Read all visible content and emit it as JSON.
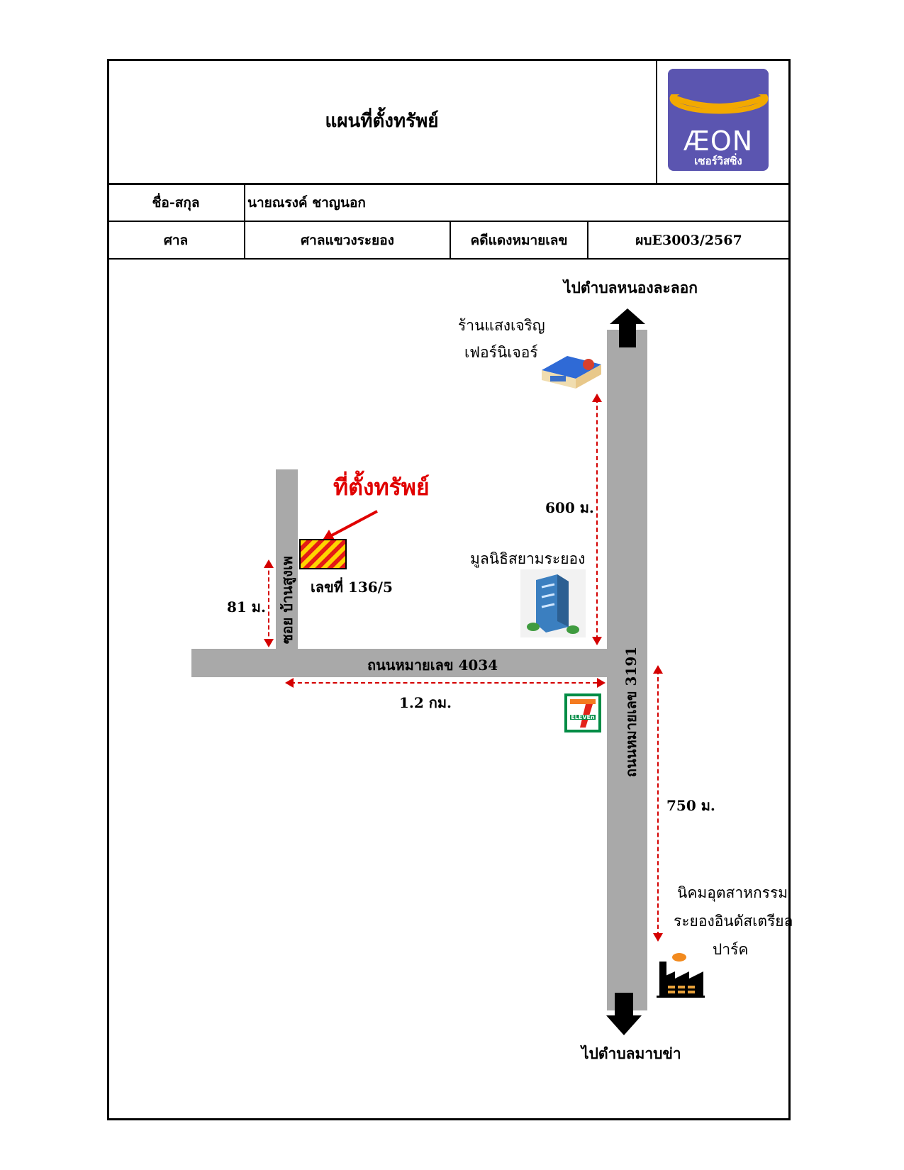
{
  "header": {
    "title": "แผนที่ตั้งทรัพย์",
    "logo_name": "ÆON",
    "logo_sub": "เซอร์วิสซิ่ง"
  },
  "info": {
    "name_label": "ชื่อ-สกุล",
    "name_value": "นายณรงค์ ชาญนอก",
    "court_label": "ศาล",
    "court_value": "ศาลแขวงระยอง",
    "case_label": "คดีแดงหมายเลข",
    "case_value": "ผบE3003/2567"
  },
  "map": {
    "direction_north": "ไปตำบลหนองละลอก",
    "direction_south": "ไปตำบลมาบข่า",
    "road_main": "ถนนหมายเลข 3191",
    "road_horizontal": "ถนนหมายเลข 4034",
    "road_soi": "ซอย บ้านสูงเพ",
    "asset_title": "ที่ตั้งทรัพย์",
    "asset_number": "เลขที่ 136/5",
    "landmark_shop_line1": "ร้านแสงเจริญ",
    "landmark_shop_line2": "เฟอร์นิเจอร์",
    "landmark_foundation": "มูลนิธิสยามระยอง",
    "landmark_industrial_line1": "นิคมอุตสาหกรรม",
    "landmark_industrial_line2": "ระยองอินดัสเตรียล",
    "landmark_industrial_line3": "ปาร์ค",
    "seven_eleven_label": "ELEVEn",
    "dist_shop": "600 ม.",
    "dist_soi": "81 ม.",
    "dist_road": "1.2 กม.",
    "dist_industrial": "750 ม."
  },
  "colors": {
    "road": "#a9a9a9",
    "distance_line": "#d40000",
    "asset_label": "#e00000",
    "logo_bg": "#5b55b0",
    "logo_ring": "#f2a900",
    "seven_green": "#008c45",
    "seven_orange": "#f47b20"
  }
}
